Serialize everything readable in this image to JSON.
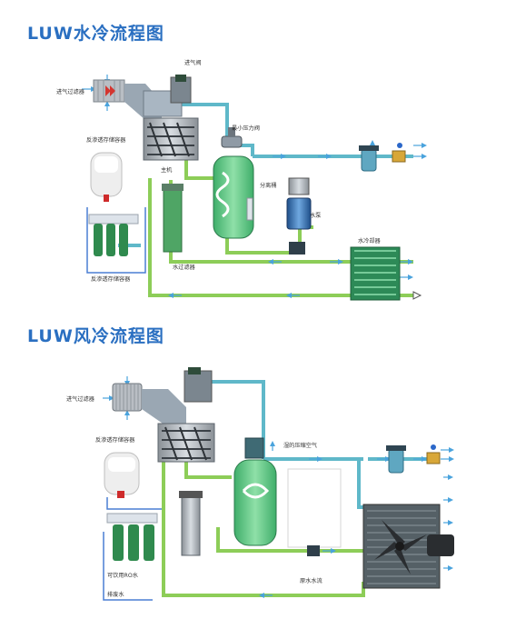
{
  "water": {
    "title": "LUW水冷流程图",
    "labels": {
      "intake_valve": "进气阀",
      "intake_filter": "进气过滤器",
      "ro_tank": "反渗透存储容器",
      "main_unit": "主机",
      "min_pressure_valve": "最小压力阀",
      "separator": "分离桶",
      "water_filter": "水过滤器",
      "water_pump": "水泵",
      "water_cooler": "水冷却器",
      "ro_tank_2": "反渗透存储容器"
    }
  },
  "air": {
    "title": "LUW风冷流程图",
    "labels": {
      "intake_filter": "进气过滤器",
      "ro_tank": "反渗透存储容器",
      "humid_air": "湿的压缩空气",
      "drink_water": "可饮用RO水",
      "raw_water": "原水水流",
      "drain_water": "排废水"
    }
  },
  "colors": {
    "title": "#2a6fc1",
    "water_line": "#8dcd58",
    "air_line": "#5fb8c9",
    "arrow": "#4aa3dd",
    "blue_line": "#4a7fd4"
  }
}
